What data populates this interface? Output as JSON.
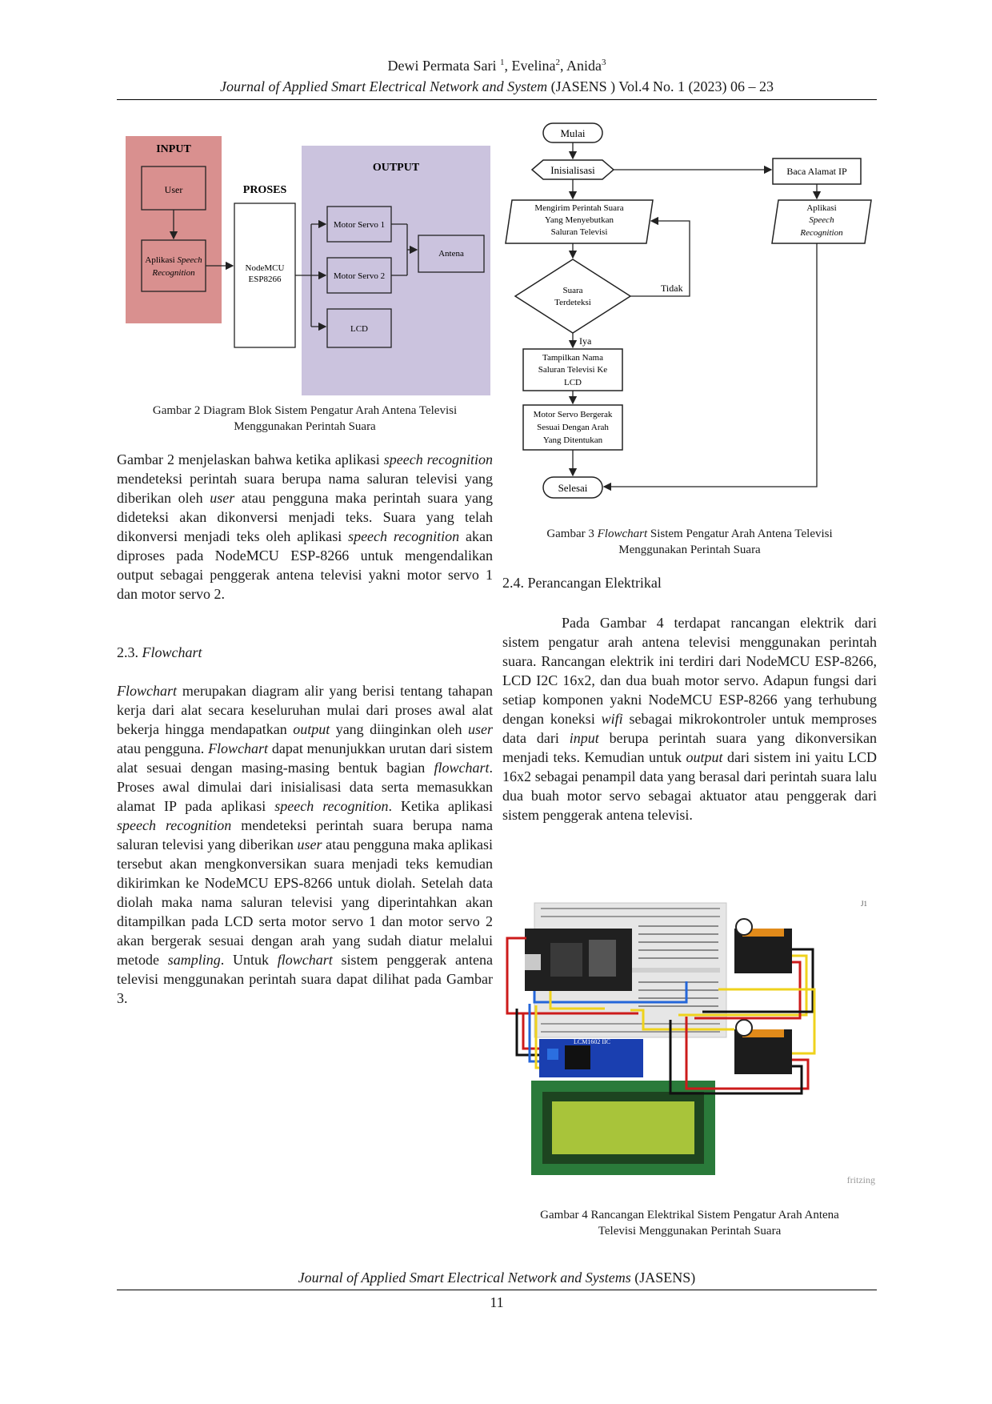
{
  "header": {
    "authors": "Dewi Permata Sari 1, Evelina2, Anida3",
    "author1": "Dewi Permata Sari ",
    "sup1": "1",
    "author2": ", Evelina",
    "sup2": "2",
    "author3": ", Anida",
    "sup3": "3",
    "journal_italic": "Journal of Applied Smart Electrical Network and System",
    "journal_rest": " (JASENS ) Vol.4 No. 1 (2023) 06 – 23"
  },
  "figure2": {
    "input_label": "INPUT",
    "user": "User",
    "app_line1_a": "Aplikasi ",
    "app_line1_b": "Speech",
    "app_line2": "Recognition",
    "proses_label": "PROSES",
    "nodemcu_line1": "NodeMCU",
    "nodemcu_line2": "ESP8266",
    "output_label": "OUTPUT",
    "servo1": "Motor Servo 1",
    "servo2": "Motor Servo 2",
    "lcd": "LCD",
    "antena": "Antena",
    "caption_line1": "Gambar 2 Diagram Blok Sistem Pengatur Arah Antena Televisi",
    "caption_line2": "Menggunakan Perintah Suara"
  },
  "figure3": {
    "mulai": "Mulai",
    "inisialisasi": "Inisialisasi",
    "baca_ip": "Baca Alamat IP",
    "kirim_l1": "Mengirim Perintah Suara",
    "kirim_l2": "Yang Menyebutkan",
    "kirim_l3": "Saluran Televisi",
    "app_l1": "Aplikasi",
    "app_l2": "Speech",
    "app_l3": "Recognition",
    "suara_l1": "Suara",
    "suara_l2": "Terdeteksi",
    "tidak": "Tidak",
    "iya": "Iya",
    "tampil_l1": "Tampilkan Nama",
    "tampil_l2": "Saluran Televisi Ke",
    "tampil_l3": "LCD",
    "servo_l1": "Motor Servo Bergerak",
    "servo_l2": "Sesuai Dengan Arah",
    "servo_l3": "Yang Ditentukan",
    "selesai": "Selesai",
    "caption_a": "Gambar 3 ",
    "caption_b": "Flowchart",
    "caption_c": " Sistem Pengatur Arah Antena Televisi",
    "caption_line2": "Menggunakan Perintah Suara"
  },
  "figure4": {
    "fritzing": "fritzing",
    "j1": "J1",
    "i2c_label": "LCM1602 IIC",
    "caption_line1": "Gambar 4 Rancangan Elektrikal Sistem Pengatur Arah Antena",
    "caption_line2": "Televisi Menggunakan Perintah Suara"
  },
  "left_column": {
    "p1": [
      {
        "t": "Gambar 2 menjelaskan bahwa ketika aplikasi "
      },
      {
        "t": "speech recognition",
        "i": true
      },
      {
        "t": " mendeteksi perintah suara berupa nama saluran televisi yang diberikan oleh "
      },
      {
        "t": "user",
        "i": true
      },
      {
        "t": " atau pengguna maka perintah suara yang  dideteksi akan dikonversi menjadi teks. Suara yang telah dikonversi menjadi teks oleh aplikasi "
      },
      {
        "t": "speech recognition",
        "i": true
      },
      {
        "t": " akan diproses pada NodeMCU ESP-8266 untuk mengendalikan output sebagai penggerak antena televisi yakni motor servo 1 dan motor servo 2."
      }
    ],
    "h23_num": "2.3. ",
    "h23_title": "Flowchart",
    "p2": [
      {
        "t": "Flowchart",
        "i": true
      },
      {
        "t": " merupakan diagram alir yang berisi tentang tahapan kerja dari alat secara keseluruhan mulai dari proses awal alat bekerja hingga mendapatkan "
      },
      {
        "t": "output",
        "i": true
      },
      {
        "t": " yang diinginkan oleh "
      },
      {
        "t": "user",
        "i": true
      },
      {
        "t": " atau pengguna. "
      },
      {
        "t": "Flowchart",
        "i": true
      },
      {
        "t": " dapat menunjukkan urutan dari sistem alat sesuai dengan masing-masing bentuk bagian "
      },
      {
        "t": "flowchart",
        "i": true
      },
      {
        "t": ". Proses awal dimulai dari inisialisasi data serta memasukkan alamat IP pada aplikasi "
      },
      {
        "t": "speech recognition",
        "i": true
      },
      {
        "t": ". Ketika aplikasi "
      },
      {
        "t": "speech recognition",
        "i": true
      },
      {
        "t": " mendeteksi perintah suara berupa nama saluran televisi yang diberikan "
      },
      {
        "t": "user",
        "i": true
      },
      {
        "t": " atau pengguna maka aplikasi tersebut akan mengkonversikan suara menjadi teks kemudian dikirimkan ke NodeMCU EPS-8266 untuk diolah. Setelah data diolah maka nama saluran televisi yang diperintahkan akan ditampilkan pada LCD serta motor servo 1 dan motor servo 2 akan bergerak sesuai dengan arah yang sudah diatur melalui metode "
      },
      {
        "t": "sampling",
        "i": true
      },
      {
        "t": ". Untuk "
      },
      {
        "t": "flowchart",
        "i": true
      },
      {
        "t": " sistem penggerak antena televisi menggunakan perintah suara dapat dilihat pada Gambar 3."
      }
    ]
  },
  "right_column": {
    "h24": "2.4. Perancangan Elektrikal",
    "p3": [
      {
        "t": "Pada Gambar 4 terdapat rancangan elektrik dari sistem pengatur arah antena televisi menggunakan perintah suara. Rancangan elektrik ini terdiri dari NodeMCU ESP-8266, LCD I2C 16x2, dan dua buah motor servo. Adapun fungsi dari setiap komponen yakni NodeMCU ESP-8266 yang terhubung dengan koneksi "
      },
      {
        "t": "wifi",
        "i": true
      },
      {
        "t": " sebagai mikrokontroler untuk memproses data dari "
      },
      {
        "t": "input",
        "i": true
      },
      {
        "t": " berupa perintah suara yang dikonversikan menjadi teks. Kemudian untuk "
      },
      {
        "t": "output",
        "i": true
      },
      {
        "t": " dari sistem ini yaitu LCD 16x2 sebagai penampil data yang berasal dari perintah suara lalu dua buah motor servo sebagai aktuator atau penggerak dari sistem penggerak antena televisi."
      }
    ]
  },
  "footer": {
    "journal_italic": "Journal of Applied Smart Electrical Network and Systems",
    "journal_rest": " (JASENS)",
    "page_number": "11"
  }
}
